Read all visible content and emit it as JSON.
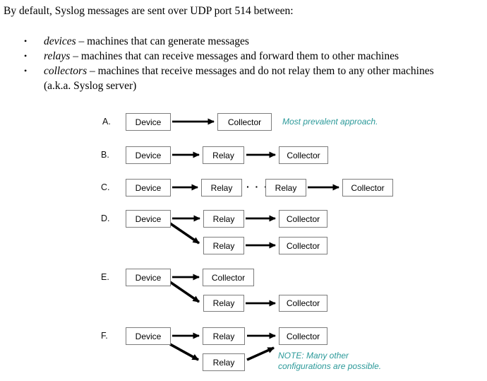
{
  "intro": {
    "heading": "By default, Syslog messages are sent over UDP port 514 between:",
    "bullet_char": "•",
    "bullets": [
      {
        "term": "devices",
        "text": " – machines that can generate messages"
      },
      {
        "term": "relays",
        "text": " – machines that can receive messages and forward them to other machines"
      },
      {
        "term": "collectors",
        "text": " – machines that receive messages and do not relay them to any other machines",
        "text2": "(a.k.a. Syslog server)"
      }
    ]
  },
  "diagram": {
    "rows": [
      {
        "label": "A.",
        "nodes": [
          "Device",
          "Collector"
        ],
        "annotation": "Most prevalent approach."
      },
      {
        "label": "B.",
        "nodes": [
          "Device",
          "Relay",
          "Collector"
        ]
      },
      {
        "label": "C.",
        "nodes": [
          "Device",
          "Relay",
          "Relay",
          "Collector"
        ],
        "dots": "· · ·"
      },
      {
        "label": "D.",
        "nodes": [
          "Device",
          "Relay",
          "Collector",
          "Relay",
          "Collector"
        ]
      },
      {
        "label": "E.",
        "nodes": [
          "Device",
          "Collector",
          "Relay",
          "Collector"
        ]
      },
      {
        "label": "F.",
        "nodes": [
          "Device",
          "Relay",
          "Collector",
          "Relay"
        ],
        "note1": "NOTE: Many other",
        "note2": "configurations are possible."
      }
    ]
  },
  "colors": {
    "annotation_teal": "#2b9999",
    "box_border": "#7d7d7d",
    "arrow_black": "#000000"
  }
}
